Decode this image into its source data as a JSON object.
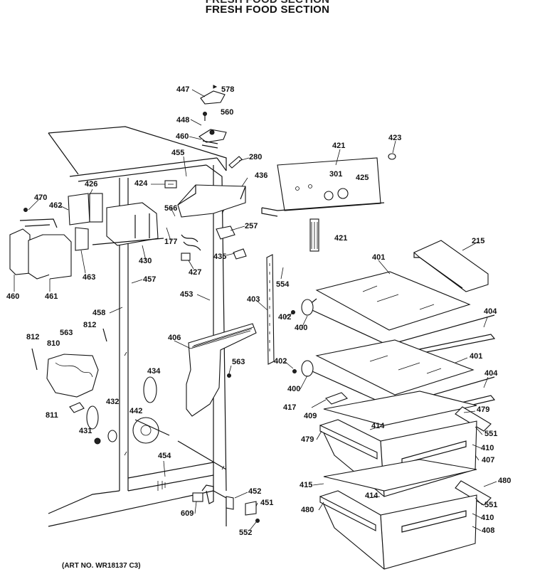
{
  "header": {
    "title_partial": "FRESH FOOD SECTION",
    "title": "FRESH FOOD SECTION"
  },
  "footer": {
    "art_no": "(ART NO. WR18137 C3)"
  },
  "part_labels": {
    "p447": "447",
    "p578": "578",
    "p448": "448",
    "p560": "560",
    "p460a": "460",
    "p455": "455",
    "p280": "280",
    "p421a": "421",
    "p423": "423",
    "p301": "301",
    "p425": "425",
    "p436": "436",
    "p424": "424",
    "p426": "426",
    "p470": "470",
    "p462": "462",
    "p566": "566",
    "p257": "257",
    "p177": "177",
    "p421b": "421",
    "p215": "215",
    "p430": "430",
    "p427": "427",
    "p435": "435",
    "p401a": "401",
    "p463": "463",
    "p457": "457",
    "p554": "554",
    "p460b": "460",
    "p461": "461",
    "p453": "453",
    "p403": "403",
    "p402a": "402",
    "p404a": "404",
    "p458": "458",
    "p400a": "400",
    "p812a": "812",
    "p563a": "563",
    "p812b": "812",
    "p406": "406",
    "p810": "810",
    "p563b": "563",
    "p401b": "401",
    "p434": "434",
    "p402b": "402",
    "p400b": "400",
    "p404b": "404",
    "p417": "417",
    "p432": "432",
    "p442": "442",
    "p811": "811",
    "p479a": "479",
    "p409": "409",
    "p414a": "414",
    "p551a": "551",
    "p431": "431",
    "p479b": "479",
    "p410a": "410",
    "p454": "454",
    "p407": "407",
    "p480a": "480",
    "p415": "415",
    "p452": "452",
    "p414b": "414",
    "p551b": "551",
    "p451": "451",
    "p609": "609",
    "p480b": "480",
    "p410b": "410",
    "p552": "552",
    "p408": "408"
  }
}
